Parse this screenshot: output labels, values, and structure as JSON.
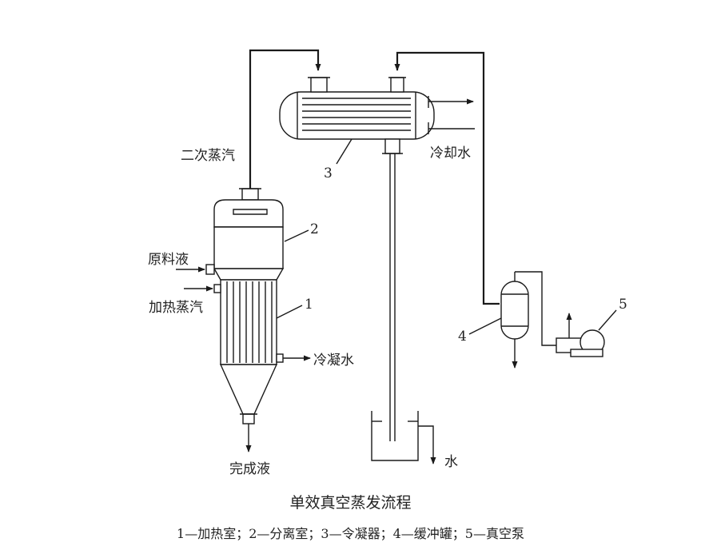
{
  "labels": {
    "secondary_steam": "二次蒸汽",
    "cooling_water": "冷却水",
    "feed_liquid": "原料液",
    "heating_steam": "加热蒸汽",
    "condensate": "冷凝水",
    "product_liquid": "完成液",
    "water": "水"
  },
  "numbers": {
    "n1": "1",
    "n2": "2",
    "n3": "3",
    "n4": "4",
    "n5": "5"
  },
  "caption": "单效真空蒸发流程",
  "legend": "1—加热室；2—分离室；3—令凝器；4—缓冲罐；5—真空泵"
}
